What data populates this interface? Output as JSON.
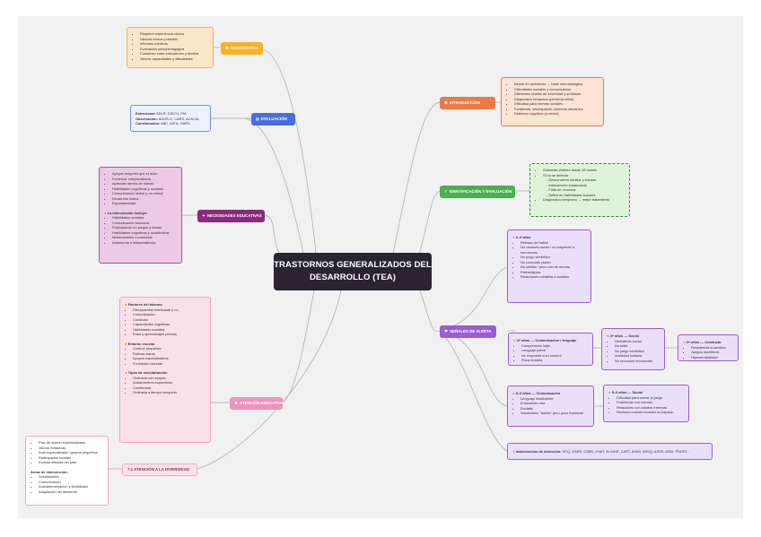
{
  "central_title": "TRASTORNOS GENERALIZADOS DEL DESARROLLO (TEA)",
  "diagnostico": {
    "label": "DIAGNÓSTICO",
    "items": [
      "Requiere experiencia clínica",
      "Historia clínica y familiar",
      "Informes médicos",
      "Evaluación psicopedagógica",
      "Consenso entre educadores y familiar",
      "Valorar capacidades y dificultades"
    ]
  },
  "evaluacion": {
    "label": "EVALUACIÓN",
    "l1_key": "Entrevistas:",
    "l1_val": " ADI-R, DISCO, PIA",
    "l2_key": "Observación:",
    "l2_val": " ADOS-G, CARS, ACACIA",
    "l3_key": "Cuestionarios:",
    "l3_val": " ABC, IDEA, GARS"
  },
  "necesidades": {
    "label": "NECESIDADES EDUCATIVAS",
    "items": [
      "Apoyos mayores que el resto",
      "Fomentar independencia",
      "Aprender dentro de rutinas",
      "Habilidades cognitivas y sociales",
      "Comunicación verbal y no verbal",
      "Desarrollo motriz",
      "Espontaneidad"
    ],
    "sub_heading": "La intervención incluye:",
    "sub_items": [
      "Habilidades sociales",
      "Comunicación funcional",
      "Participación en juegos y tareas",
      "Habilidades cognitivas y académicas",
      "Moldeamiento conductual",
      "Autonomía e independencia"
    ]
  },
  "atencion_educativa": {
    "label": "ATENCIÓN EDUCATIVA",
    "g1_heading": "Factores del alumno",
    "g1_items": [
      "Discapacidad intelectual o no",
      "Comunicación",
      "Conducta",
      "Capacidades cognitivas",
      "Habilidades sociales",
      "Edad y aprendizajes previos"
    ],
    "g2_heading": "Entorno escolar",
    "g2_items": [
      "Centros pequeños",
      "Rutinas claras",
      "Apoyos especializados",
      "Formación docente"
    ],
    "g3_heading": "Tipos de escolarización",
    "g3_items": [
      "Ordinaria con apoyos",
      "Aulas/centros específicos",
      "Combinada",
      "Ordinaria a tiempo completo"
    ]
  },
  "diversidad": {
    "label": "7.1 ATENCIÓN A LA DIVERSIDAD",
    "items": [
      "Plan de acción individualizado",
      "Valorar fortalezas",
      "Aula especializada / grupos pequeños",
      "Participación familiar",
      "Evaluar eficacia del plan"
    ],
    "areas_heading": "Áreas de intervención:",
    "areas_items": [
      "Socialización",
      "Comunicación",
      "Autodeterminación y flexibilidad",
      "Adaptación del ambiente"
    ]
  },
  "introduccion": {
    "label": "INTRODUCCIÓN",
    "items": [
      "Desde el nacimiento → base neurobiológica",
      "Dificultades sociales y comunicación",
      "Diferentes niveles de severidad y síntomas",
      "Diagnóstico temprano (primeros años)",
      "Dificultad para normas sociales",
      "Fortalezas: visoespacial, memoria mecánica",
      "Deterioro cognitivo (a veces)"
    ]
  },
  "identificacion": {
    "label": "IDENTIFICACIÓN Y EVALUACIÓN",
    "items": [
      "Síntomas visibles desde 18 meses",
      "Si no se detecta:",
      "- Desconcierto familiar y escolar",
      "- Intervención inadecuada",
      "- Falta de recursos",
      "- Déficit en habilidades sociales",
      "Diagnóstico temprano → mejor tratamiento"
    ]
  },
  "senales": {
    "label": "SEÑALES DE ALERTA",
    "b1_heading": "0–3 años",
    "b1_items": [
      "Retraso del habla",
      "No contacto social / no responde a emociones",
      "No juego simbólico",
      "No comparte placer",
      "No señala / poco uso de mirada",
      "Estereotipias",
      "Reacciones extrañas a sonidos"
    ],
    "b2_heading": "3+ años — Comunicación / lenguaje",
    "b2_items": [
      "Comprensión baja",
      "Lenguaje pobre",
      "No responde a su nombre",
      "Poca ecolalia"
    ],
    "b3_heading": "3+ años — Social",
    "b3_items": [
      "Desinterés social",
      "No imita",
      "No juego simbólico",
      "Actividad solitaria",
      "No reconoce emociones"
    ],
    "b4_heading": "3+ años — Conducta",
    "b4_items": [
      "Resistencia a cambios",
      "Juegos repetitivos",
      "Hipersensibilidad"
    ],
    "b5_heading": "5–6 años — Comunicación",
    "b5_items": [
      "Lenguaje insuficiente",
      "Entonación rara",
      "Ecolalia",
      "Vocabulario \"adulto\" pero poco funcional"
    ],
    "b6_heading": "5–6 años — Social",
    "b6_items": [
      "Dificultad para unirse al juego",
      "Problemas con normas",
      "Relaciones con adultos externas",
      "Rechazo cuando invaden su espacio"
    ],
    "instr_key": "Instrumentos de detección:",
    "instr_val": " SCQ, GARS, CSBS, CHAT, M-CHAT, CAST, ASAS, ASSQ, ASDS, ASDI, PDDST..."
  }
}
